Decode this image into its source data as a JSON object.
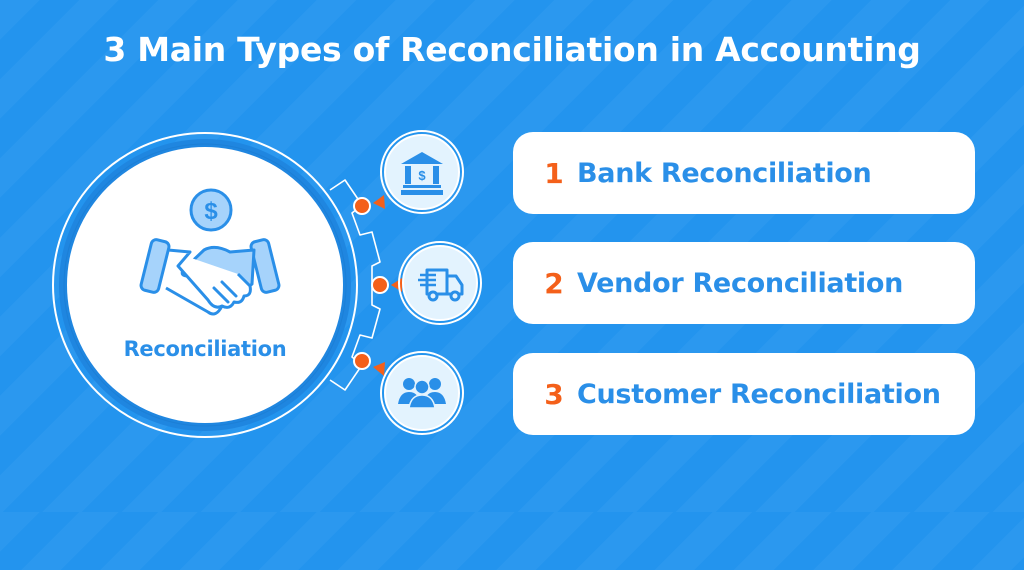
{
  "title": "3 Main Types of Reconciliation in Accounting",
  "hub": {
    "label": "Reconciliation",
    "icon": "handshake-dollar-icon"
  },
  "items": [
    {
      "number": "1",
      "label": "Bank Reconciliation",
      "icon": "bank-icon"
    },
    {
      "number": "2",
      "label": "Vendor Reconciliation",
      "icon": "delivery-truck-icon"
    },
    {
      "number": "3",
      "label": "Customer Reconciliation",
      "icon": "customer-group-icon"
    }
  ],
  "colors": {
    "background": "#2394ee",
    "accent_blue": "#2a8fe8",
    "light_blue": "#a6d3fb",
    "orange": "#f4601a",
    "white": "#ffffff"
  }
}
